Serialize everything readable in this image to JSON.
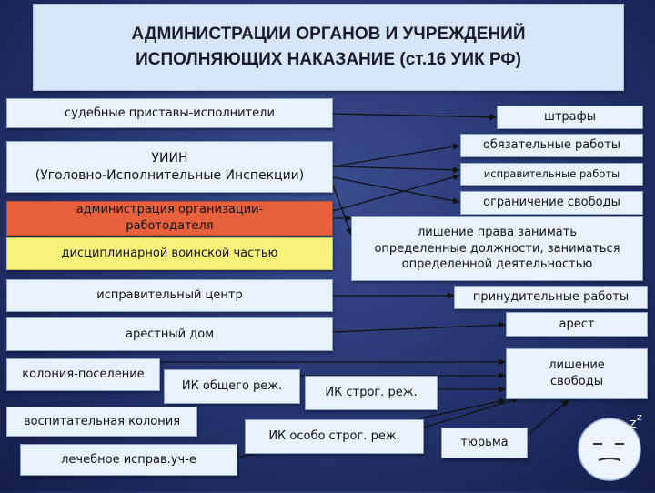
{
  "title": {
    "line1": "АДМИНИСТРАЦИИ ОРГАНОВ И УЧРЕЖДЕНИЙ",
    "line2": "ИСПОЛНЯЮЩИХ НАКАЗАНИЕ (ст.16 УИК РФ)"
  },
  "bodies": {
    "bailiffs": "судебные приставы-исполнители",
    "uiin_line1": "УИИН",
    "uiin_line2": "(Уголовно-Исполнительные Инспекции)",
    "employer_line1": "администрация организации-",
    "employer_line2": "работодателя",
    "military": "дисциплинарной воинской частью",
    "corrective_center": "исправительный центр",
    "arrest_house": "арестный дом",
    "colony_settlement": "колония-поселение",
    "general_regime": "ИК общего реж.",
    "strict_regime": "ИК строг. реж.",
    "educational_colony": "воспитательная колония",
    "special_regime": "ИК особо строг. реж.",
    "medical": "лечебное исправ.уч-е",
    "prison": "тюрьма"
  },
  "punishments": {
    "fines": "штрафы",
    "mandatory_work": "обязательные работы",
    "corrective_work": "исправительные работы",
    "restriction": "ограничение свободы",
    "deprivation_line1": "лишение права занимать",
    "deprivation_line2": "определенные должности, заниматься",
    "deprivation_line3": "определенной деятельностью",
    "forced_labor": "принудительные работы",
    "arrest": "арест",
    "imprisonment_line1": "лишение",
    "imprisonment_line2": "свободы"
  },
  "colors": {
    "background": "#24336e",
    "box": "#e9f2fc",
    "employer_box": "#e8603c",
    "military_box": "#f6f27a",
    "arrow": "#111111"
  }
}
